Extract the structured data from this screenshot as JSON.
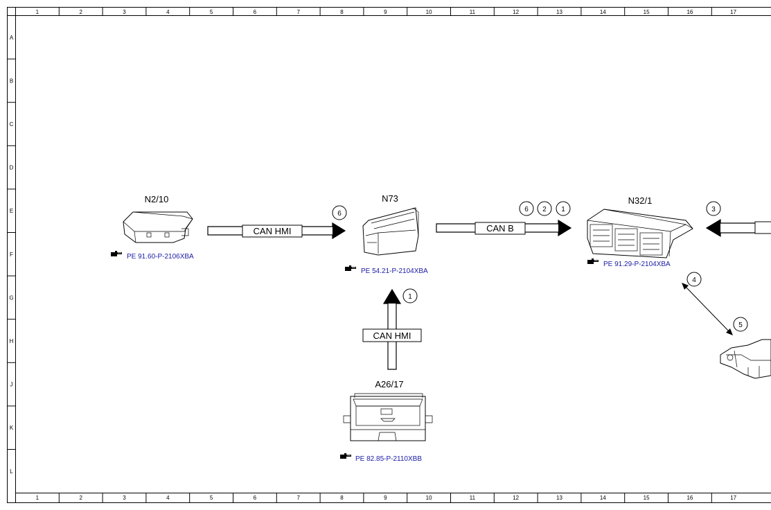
{
  "grid": {
    "columns": [
      "1",
      "2",
      "3",
      "4",
      "5",
      "6",
      "7",
      "8",
      "9",
      "10",
      "11",
      "12",
      "13",
      "14",
      "15",
      "16",
      "17"
    ],
    "rows": [
      "A",
      "B",
      "C",
      "D",
      "E",
      "F",
      "G",
      "H",
      "J",
      "K",
      "L"
    ]
  },
  "components": {
    "n2_10": {
      "label": "N2/10",
      "ref": "PE 91.60-P-2106XBA"
    },
    "n73": {
      "label": "N73",
      "ref": "PE 54.21-P-2104XBA"
    },
    "n32_1": {
      "label": "N32/1",
      "ref": "PE 91.29-P-2104XBA"
    },
    "a26_17": {
      "label": "A26/17",
      "ref": "PE 82.85-P-2110XBB"
    }
  },
  "buses": {
    "can_hmi_1": "CAN HMI",
    "can_b": "CAN B",
    "can_hmi_2": "CAN HMI"
  },
  "markers": {
    "m_n73_in": "6",
    "m_canb_6": "6",
    "m_canb_2": "2",
    "m_canb_1": "1",
    "m_right_3": "3",
    "m_up_1": "1",
    "m_diag_4": "4",
    "m_diag_5": "5"
  },
  "icons": {
    "reference": "pointing-hand-icon"
  },
  "colors": {
    "reference_link": "#1a1aa6",
    "line": "#000000",
    "background": "#ffffff"
  }
}
